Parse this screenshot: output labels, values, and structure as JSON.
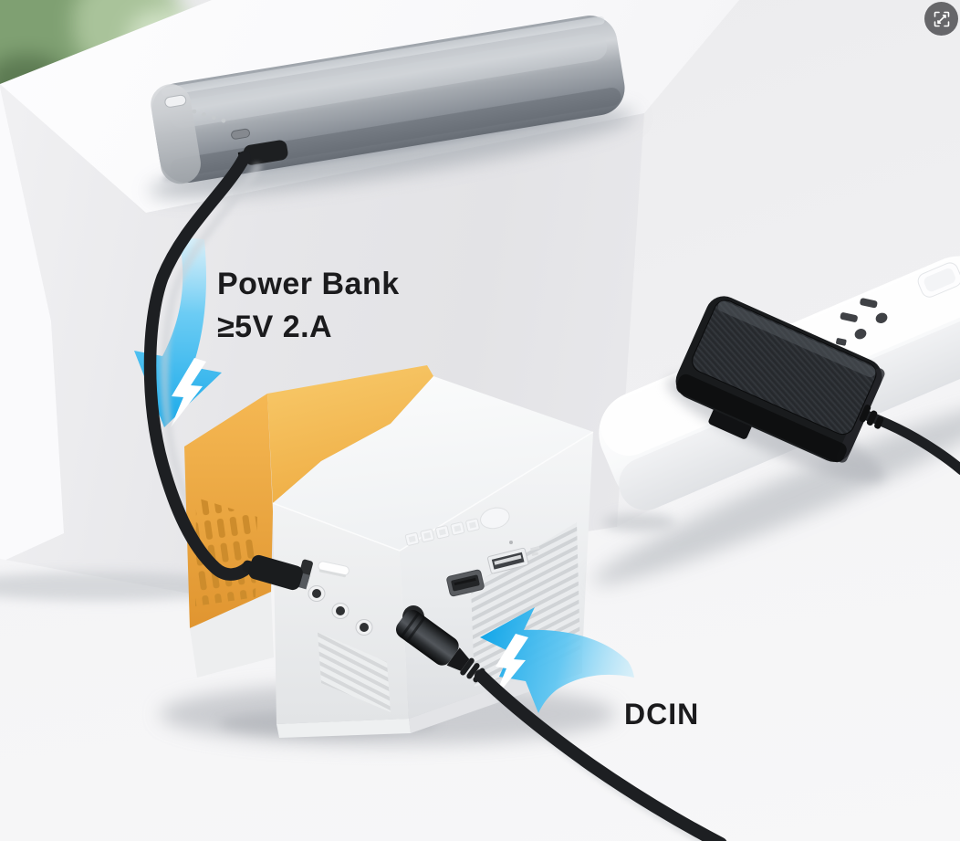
{
  "annotations": {
    "power_bank": {
      "line1": "Power Bank",
      "line2": "≥5V 2.A"
    },
    "dc_in": {
      "label": "DCIN"
    }
  },
  "controls": {
    "expand_button": {
      "icon": "expand-icon"
    }
  },
  "colors": {
    "annotation_text": "#1b1b1d",
    "arrow_blue": "#2fb5ec",
    "projector_yellow": "#f2b152",
    "power_bank_gray": "#9aa0a7",
    "adapter_black": "#1c1e20",
    "background": "#efeff1"
  }
}
